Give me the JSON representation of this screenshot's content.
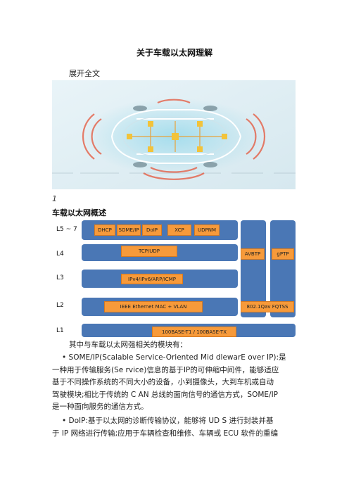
{
  "doc": {
    "title": "关于车载以太网理解",
    "expand_label": "展开全文",
    "figure_number": "1",
    "section_title": "车载以太网概述"
  },
  "diagram": {
    "layers": [
      "L5 ~ 7",
      "L4",
      "L3",
      "L2",
      "L1"
    ],
    "l567_boxes": [
      "DHCP",
      "SOME/IP",
      "DoIP",
      "XCP",
      "UDPNM"
    ],
    "l4_box": "TCP/UDP",
    "l3_box": "IPv4/IPv6/ARP/ICMP",
    "l2_box": "IEEE Ethernet MAC + VLAN",
    "l1_box": "100BASE-T1 / 100BASE-TX",
    "right_boxes": [
      "AVBTP",
      "gPTP"
    ],
    "right_l2_box": "802.1Qav FQTSS",
    "colors": {
      "bar": "#4a77b5",
      "box": "#f79a3a"
    }
  },
  "body": {
    "intro": "其中与车载以太网强相关的模块有：",
    "p1_lines": [
      "• SOME/IP(Scalable Service-Oriented Mid dlewarE over IP):是",
      "一种用于传输服务(Se rvice)信息的基于IP的可伸缩中间件，能够适应",
      "基于不同操作系统的不同大小的设备，小到摄像头，大到车机或自动",
      "驾驶模块;相比于传统的 C AN 总线的面向信号的通信方式，SOME/IP",
      "是一种面向服务的通信方式。"
    ],
    "p2_lines": [
      "• DoIP:基于以太网的诊断传输协议，能够将 UD S 进行封装并基",
      "于 IP 网络进行传输;应用于车辆检查和维修、车辆或 ECU 软件的重编"
    ]
  }
}
